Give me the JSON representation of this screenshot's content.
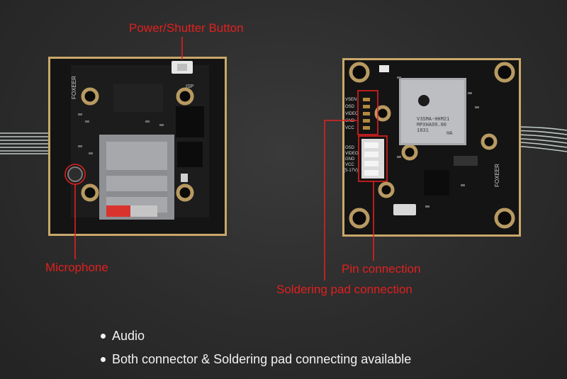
{
  "callouts": {
    "power_button": "Power/Shutter Button",
    "microphone": "Microphone",
    "pin_connection": "Pin connection",
    "soldering_pad": "Soldering pad connection"
  },
  "board_left": {
    "brand": "FOXEER",
    "isp": "ISP"
  },
  "board_right": {
    "pad_labels": [
      "VSEN",
      "OSD",
      "VIDEO",
      "GND",
      "VCC"
    ],
    "pin_labels": [
      "OSD",
      "VIDEO",
      "GND",
      "VCC",
      "(5-17V)"
    ],
    "chip_lines": [
      "V3SMA-HHM21",
      "MPXHA99.00",
      "1831",
      "HA"
    ],
    "brand": "FOXEER"
  },
  "features": [
    "Audio",
    "Both connector & Soldering pad connecting available"
  ],
  "colors": {
    "accent": "#e0201f",
    "text": "#f2f2f2",
    "pcb": "#151515",
    "pcb_edge": "#c9a86a"
  }
}
